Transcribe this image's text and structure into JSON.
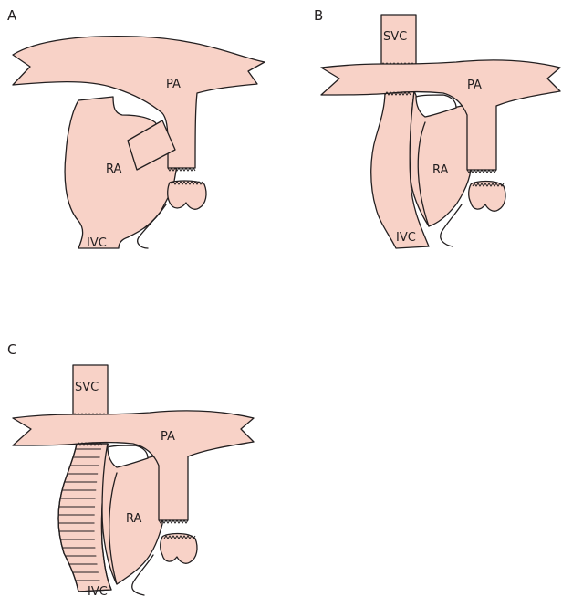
{
  "panels": {
    "a": {
      "letter": "A",
      "pa": "PA",
      "ra": "RA",
      "ivc": "IVC"
    },
    "b": {
      "letter": "B",
      "svc": "SVC",
      "pa": "PA",
      "ra": "RA",
      "ivc": "IVC"
    },
    "c": {
      "letter": "C",
      "svc": "SVC",
      "pa": "PA",
      "ra": "RA",
      "ivc": "IVC"
    }
  },
  "colors": {
    "tissue": "#f8d2c7",
    "outline": "#231f20",
    "background": "#ffffff"
  }
}
